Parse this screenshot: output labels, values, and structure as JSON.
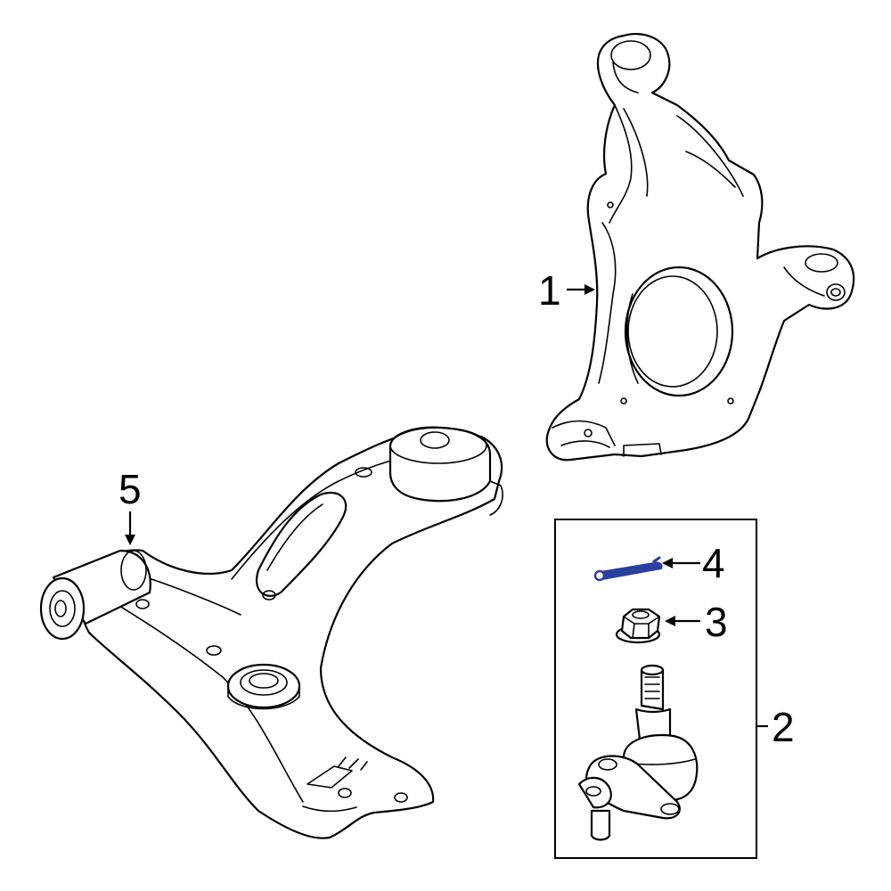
{
  "callouts": [
    {
      "id": "1",
      "label": "1"
    },
    {
      "id": "2",
      "label": "2"
    },
    {
      "id": "3",
      "label": "3"
    },
    {
      "id": "4",
      "label": "4"
    },
    {
      "id": "5",
      "label": "5"
    }
  ],
  "colors": {
    "line": "#000000",
    "background": "#ffffff",
    "highlight": "#2a3f9e"
  }
}
